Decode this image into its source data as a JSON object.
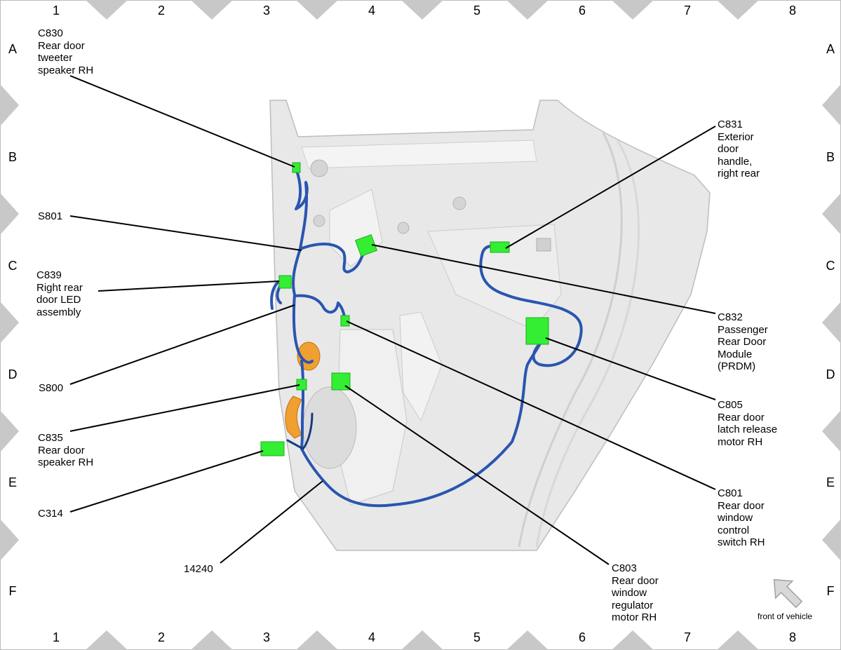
{
  "grid": {
    "columns": [
      "1",
      "2",
      "3",
      "4",
      "5",
      "6",
      "7",
      "8"
    ],
    "rows": [
      "A",
      "B",
      "C",
      "D",
      "E",
      "F"
    ]
  },
  "callouts": {
    "c830": "C830\nRear door\ntweeter\nspeaker RH",
    "s801": "S801",
    "c839": "C839\nRight rear\ndoor LED\nassembly",
    "s800": "S800",
    "c835": "C835\nRear door\nspeaker RH",
    "c314": "C314",
    "p14240": "14240",
    "c803": "C803\nRear door\nwindow\nregulator\nmotor RH",
    "c831": "C831\nExterior\ndoor\nhandle,\nright rear",
    "c832": "C832\nPassenger\nRear Door\nModule\n(PRDM)",
    "c805": "C805\nRear door\nlatch release\nmotor RH",
    "c801": "C801\nRear door\nwindow\ncontrol\nswitch RH"
  },
  "orientation": {
    "label": "front of vehicle",
    "icon": "arrow-up-left-icon"
  },
  "colors": {
    "harness": "#2a55b0",
    "connector": "#33ee33",
    "grommet": "#f0a030",
    "panel": "#e6e6e6",
    "frame_marker": "#c8c8c8"
  }
}
